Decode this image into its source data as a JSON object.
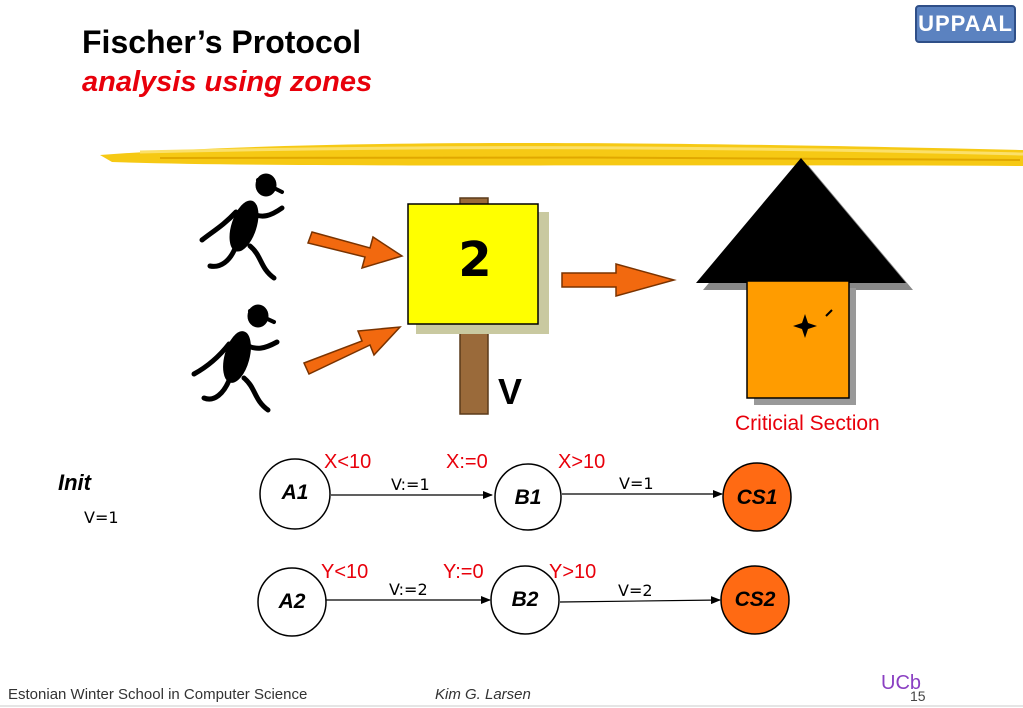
{
  "header": {
    "title": "Fischer’s Protocol",
    "subtitle": "analysis using zones",
    "logo_text": "UPPAAL"
  },
  "illustration": {
    "sign_value": "2",
    "variable_label": "V",
    "critical_label": "Criticial Section"
  },
  "automaton": {
    "init_label": "Init",
    "init_value": "V=1",
    "row1": {
      "states": [
        "A1",
        "B1",
        "CS1"
      ],
      "guard1": "X<10",
      "reset": "X:=0",
      "guard2": "X>10",
      "assign1": "V:=1",
      "assign2": "V=1"
    },
    "row2": {
      "states": [
        "A2",
        "B2",
        "CS2"
      ],
      "guard1": "Y<10",
      "reset": "Y:=0",
      "guard2": "Y>10",
      "assign1": "V:=2",
      "assign2": "V=2"
    }
  },
  "footer": {
    "left": "Estonian Winter School in Computer Science",
    "center": "Kim G. Larsen",
    "logo": "UCb",
    "page": "15"
  },
  "colors": {
    "accent_red": "#e8000b",
    "arrow_orange": "#f2690f",
    "sign_yellow": "#ffff00",
    "house_orange": "#ff9c00",
    "cs_state_fill": "#ff6a13",
    "underline_yellow": "#f2c200"
  }
}
